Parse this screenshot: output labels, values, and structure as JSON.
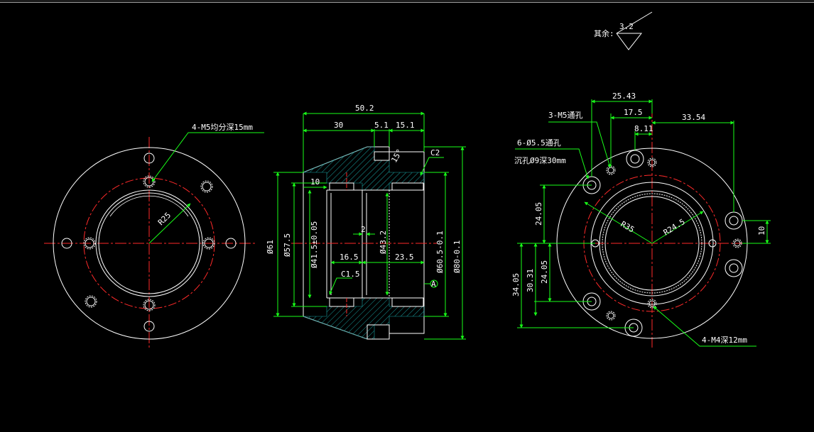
{
  "colors": {
    "background": "#000000",
    "outline": "#ffffff",
    "center_line": "#ff2a2a",
    "dimension": "#19ff19",
    "hatch": "#19a0a0"
  },
  "surface_finish": {
    "label": "其余:",
    "value": "3.2"
  },
  "left_view": {
    "note": "4-M5均分深15mm",
    "radius": "R25"
  },
  "section_view": {
    "top_dims": [
      "50.2",
      "30",
      "5.1",
      "15.1"
    ],
    "chamfer_c2": "C2",
    "chamfer_c15": "C1.5",
    "angle": "15°",
    "dim_10": "10",
    "dim_2": "2",
    "dia_61": "Ø61",
    "dia_575": "Ø57.5",
    "dia_415": "Ø41.5±0.05",
    "dia_432": "Ø43.2",
    "dia_605": "Ø60.5-0.1",
    "dia_80": "Ø80-0.1",
    "len_165": "16.5",
    "len_235": "23.5",
    "datum": "A"
  },
  "right_view": {
    "note_m5": "3-M5通孔",
    "note_hole": "6-Ø5.5通孔",
    "note_cbore": "沉孔Ø9深30mm",
    "note_m4": "4-M4深12mm",
    "dim_2543": "25.43",
    "dim_175": "17.5",
    "dim_3354": "33.54",
    "dim_811": "8.11",
    "dim_10": "10",
    "r35": "R35",
    "r245": "R24.5",
    "v_2405a": "24.05",
    "v_3405": "34.05",
    "v_3031": "30.31",
    "v_2405b": "24.05"
  }
}
